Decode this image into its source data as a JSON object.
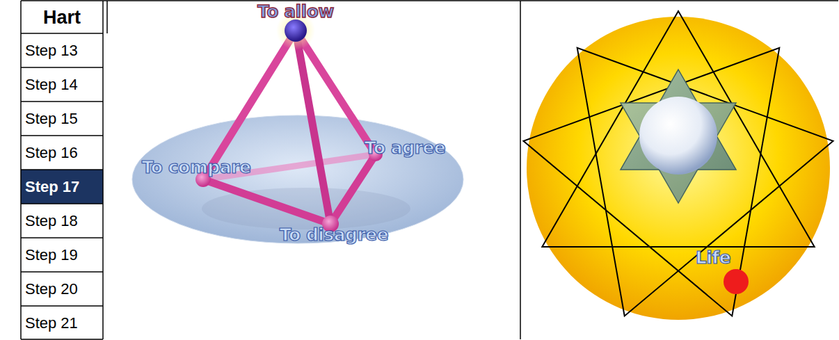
{
  "diagram": {
    "labels": [
      "Hart",
      "Step 13",
      "Step 14",
      "Step 15",
      "Step 16",
      "Step 17",
      "Step 18",
      "Step 19",
      "Step 20",
      "Step 21",
      "To allow",
      "To compare",
      "To agree",
      "To disagree",
      "Life"
    ]
  }
}
